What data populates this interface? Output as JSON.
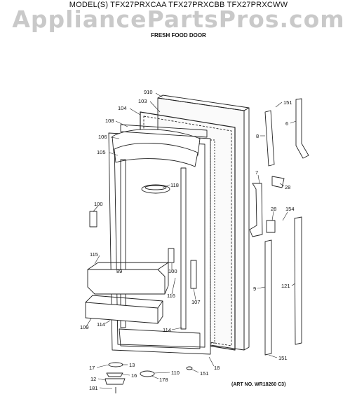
{
  "header": {
    "models_line": "MODEL(S) TFX27PRXCAA  TFX27PRXCBB  TFX27PRXCWW",
    "watermark": "AppliancePartsPros.com",
    "subtitle": "FRESH FOOD DOOR"
  },
  "art_number": "(ART NO. WR18260 C3)",
  "callouts": {
    "c910": "910",
    "c103": "103",
    "c104": "104",
    "c108": "108",
    "c106": "106",
    "c105": "105",
    "c118": "118",
    "c100a": "100",
    "c115": "115",
    "c89": "89",
    "c100b": "100",
    "c116": "116",
    "c107": "107",
    "c109": "109",
    "c114a": "114",
    "c114b": "114",
    "c18": "18",
    "c151a": "151",
    "c151b": "151",
    "c151c": "151",
    "c8": "8",
    "c6": "6",
    "c7": "7",
    "c28a": "28",
    "c28b": "28",
    "c154": "154",
    "c9": "9",
    "c121": "121",
    "c17": "17",
    "c13": "13",
    "c16": "16",
    "c12": "12",
    "c178": "178",
    "c110": "110",
    "c181": "181"
  }
}
